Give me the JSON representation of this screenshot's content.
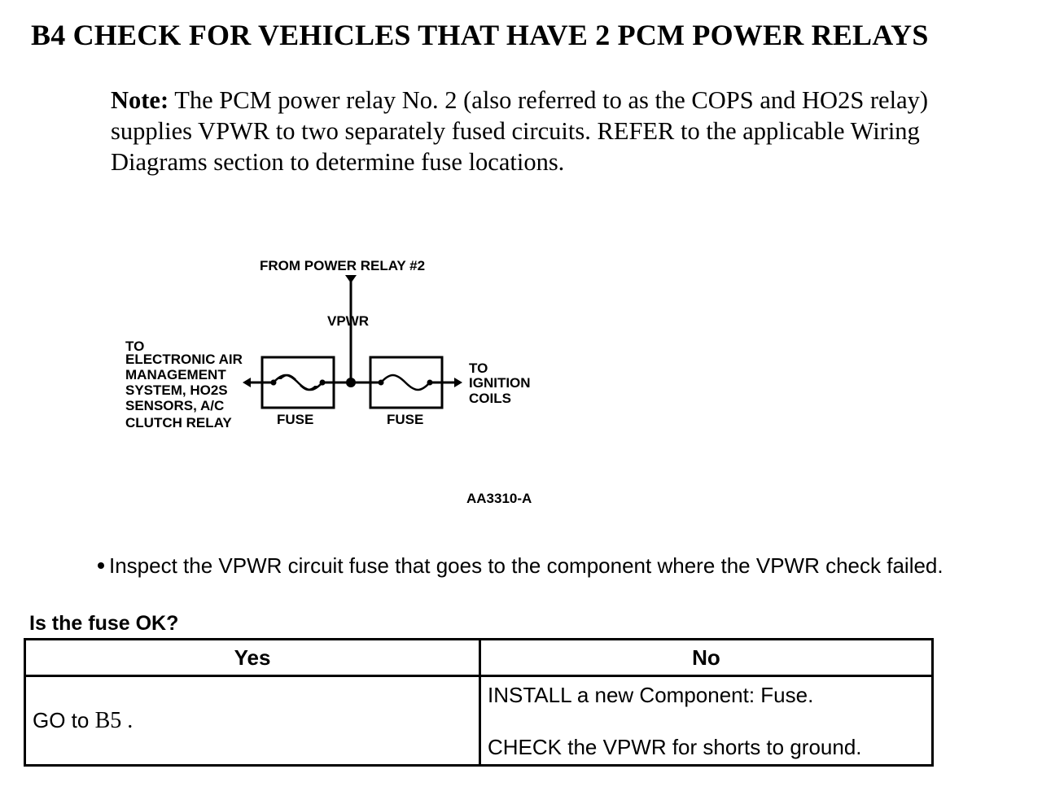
{
  "title": "B4 CHECK FOR VEHICLES THAT HAVE 2 PCM POWER RELAYS",
  "note": {
    "label": "Note:",
    "text": "The PCM power relay No. 2 (also referred to as the COPS and HO2S relay) supplies VPWR to two separately fused circuits. REFER to the applicable Wiring Diagrams section to determine fuse locations."
  },
  "diagram": {
    "source_label": "FROM POWER RELAY #2",
    "vpwr_label": "VPWR",
    "left_destination": [
      "TO",
      "ELECTRONIC AIR",
      "MANAGEMENT",
      "SYSTEM, HO2S",
      "SENSORS, A/C",
      "CLUTCH RELAY"
    ],
    "right_destination": [
      "TO",
      "IGNITION",
      "COILS"
    ],
    "fuse_left_label": "FUSE",
    "fuse_right_label": "FUSE",
    "figure_id": "AA3310-A"
  },
  "instruction": "Inspect the VPWR circuit fuse that goes to the component where the VPWR check failed.",
  "question": "Is the fuse OK?",
  "table": {
    "headers": {
      "yes": "Yes",
      "no": "No"
    },
    "yes": {
      "prefix": "GO to ",
      "link": "B5",
      "suffix": " ."
    },
    "no": [
      "INSTALL a new Component: Fuse.",
      "CHECK the VPWR for shorts to ground."
    ]
  }
}
